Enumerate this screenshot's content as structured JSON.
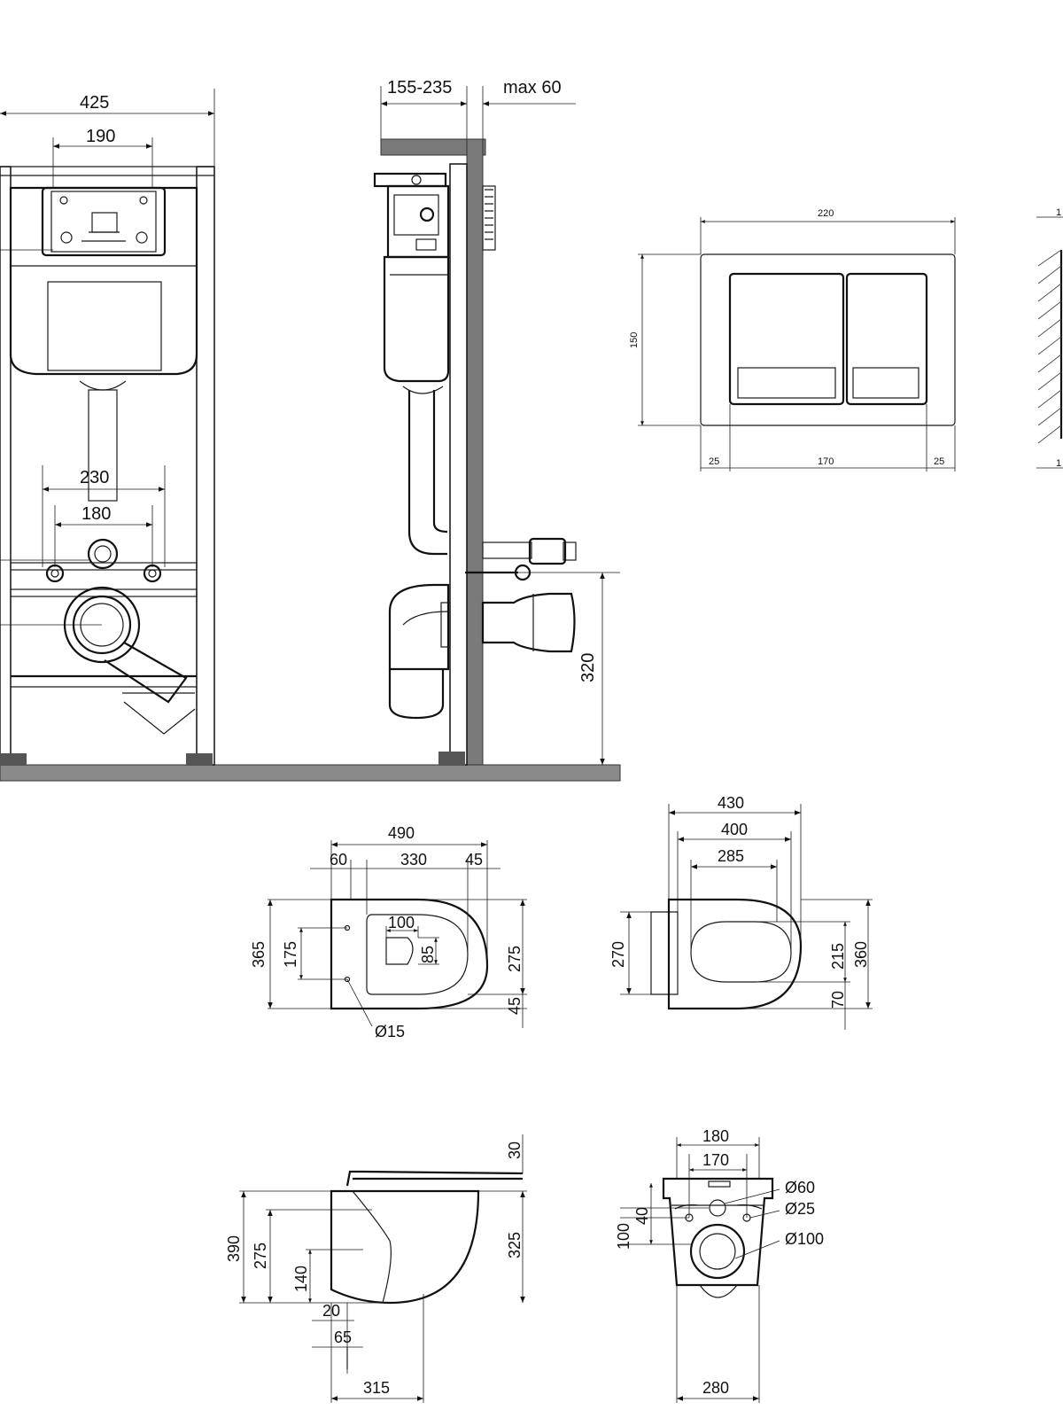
{
  "frame_front": {
    "width": "425",
    "plate_width": "190",
    "outer_span": "230",
    "inner_span": "180"
  },
  "frame_side": {
    "depth": "155-235",
    "wall": "max 60",
    "outlet_height": "320"
  },
  "flush_plate": {
    "width": "220",
    "height": "150",
    "margin_left": "25",
    "center": "170",
    "margin_right": "25",
    "edge_a": "1",
    "edge_b": "1"
  },
  "bowl_top": {
    "length": "490",
    "d60": "60",
    "d330": "330",
    "d45": "45",
    "width": "365",
    "d175": "175",
    "d100": "100",
    "d85": "85",
    "d275": "275",
    "d45b": "45",
    "hole": "Ø15"
  },
  "seat_top": {
    "w430": "430",
    "w400": "400",
    "w285": "285",
    "h270": "270",
    "h215": "215",
    "h360": "360",
    "h70": "70"
  },
  "bowl_side": {
    "h30": "30",
    "h390": "390",
    "h275": "275",
    "h140": "140",
    "h325": "325",
    "d20": "20",
    "d65": "65",
    "d315": "315"
  },
  "bowl_back": {
    "w180": "180",
    "w170": "170",
    "h100": "100",
    "h40": "40",
    "dia60": "Ø60",
    "dia25": "Ø25",
    "dia100": "Ø100",
    "w280": "280"
  }
}
